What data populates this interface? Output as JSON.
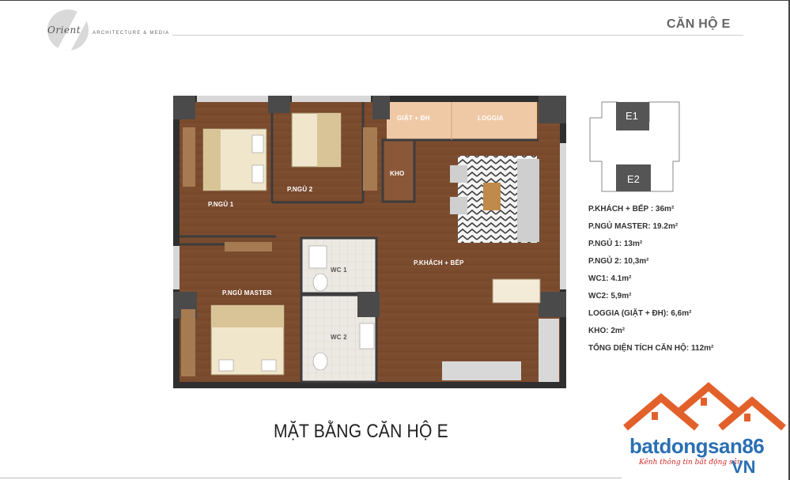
{
  "header": {
    "logo_name": "Orient",
    "logo_sub": "ARCHITECTURE & MEDIA",
    "title": "CĂN HỘ E"
  },
  "plan": {
    "labels": {
      "master": "P.NGỦ MASTER",
      "bed1": "P.NGỦ 1",
      "bed2": "P.NGỦ 2",
      "living": "P.KHÁCH + BẾP",
      "wc1": "WC 1",
      "wc2": "WC 2",
      "kho": "KHO",
      "laundry": "GIẶT + ĐH",
      "loggia": "LOGGIA"
    },
    "colors": {
      "floor": "#7b4b2e",
      "wall": "#3c3c3c",
      "tile": "#e9e5df",
      "loggia": "#efc9a6"
    }
  },
  "keyplan": {
    "unit1": "E1",
    "unit2": "E2"
  },
  "areas": [
    "P.KHÁCH + BẾP : 36m²",
    "P.NGỦ MASTER: 19.2m²",
    "P.NGỦ 1: 13m²",
    "P.NGỦ 2: 10,3m²",
    "WC1: 4.1m²",
    "WC2: 5,9m²",
    "LOGGIA (GIẶT + ĐH): 6,6m²",
    "KHO: 2m²",
    "TỔNG DIỆN TÍCH CĂN HỘ: 112m²"
  ],
  "footer": {
    "title": "MẶT BẰNG CĂN HỘ E"
  },
  "watermark": {
    "brand": "batdongsan86",
    "tagline": "Kênh thông tin bất động sản",
    "tld": "VN",
    "roof_color": "#e2612b",
    "brand_color": "#2a6fb3"
  }
}
